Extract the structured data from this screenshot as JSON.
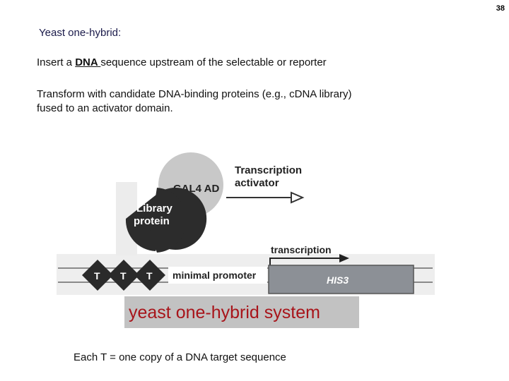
{
  "slide_number": "38",
  "heading": "Yeast one-hybrid:",
  "bullet1": {
    "prefix": "Insert a ",
    "emph": "DNA ",
    "suffix": "sequence upstream of the selectable or reporter"
  },
  "bullet2": {
    "line1": "Transform with candidate DNA-binding proteins (e.g., cDNA library)",
    "line2": "fused to an activator domain."
  },
  "diagram": {
    "gal4_label": "GAL4 AD",
    "activator_label_1": "Transcription",
    "activator_label_2": "activator",
    "library_label_1": "Library",
    "library_label_2": "protein",
    "transcription_label": "transcription",
    "target_labels": [
      "T",
      "T",
      "T"
    ],
    "promoter_label": "minimal promoter",
    "gene_label": "HIS3",
    "banner_text": "yeast one-hybrid system",
    "colors": {
      "gal4_circle": "#c8c8c8",
      "library_shape": "#2c2c2c",
      "diamond": "#2a2a2a",
      "dna_strand": "#8a8a8a",
      "his3_box": "#8c9096",
      "banner_bg": "#c2c2c2",
      "banner_text": "#a8141a"
    }
  },
  "caption": "Each T = one copy of a DNA target sequence"
}
